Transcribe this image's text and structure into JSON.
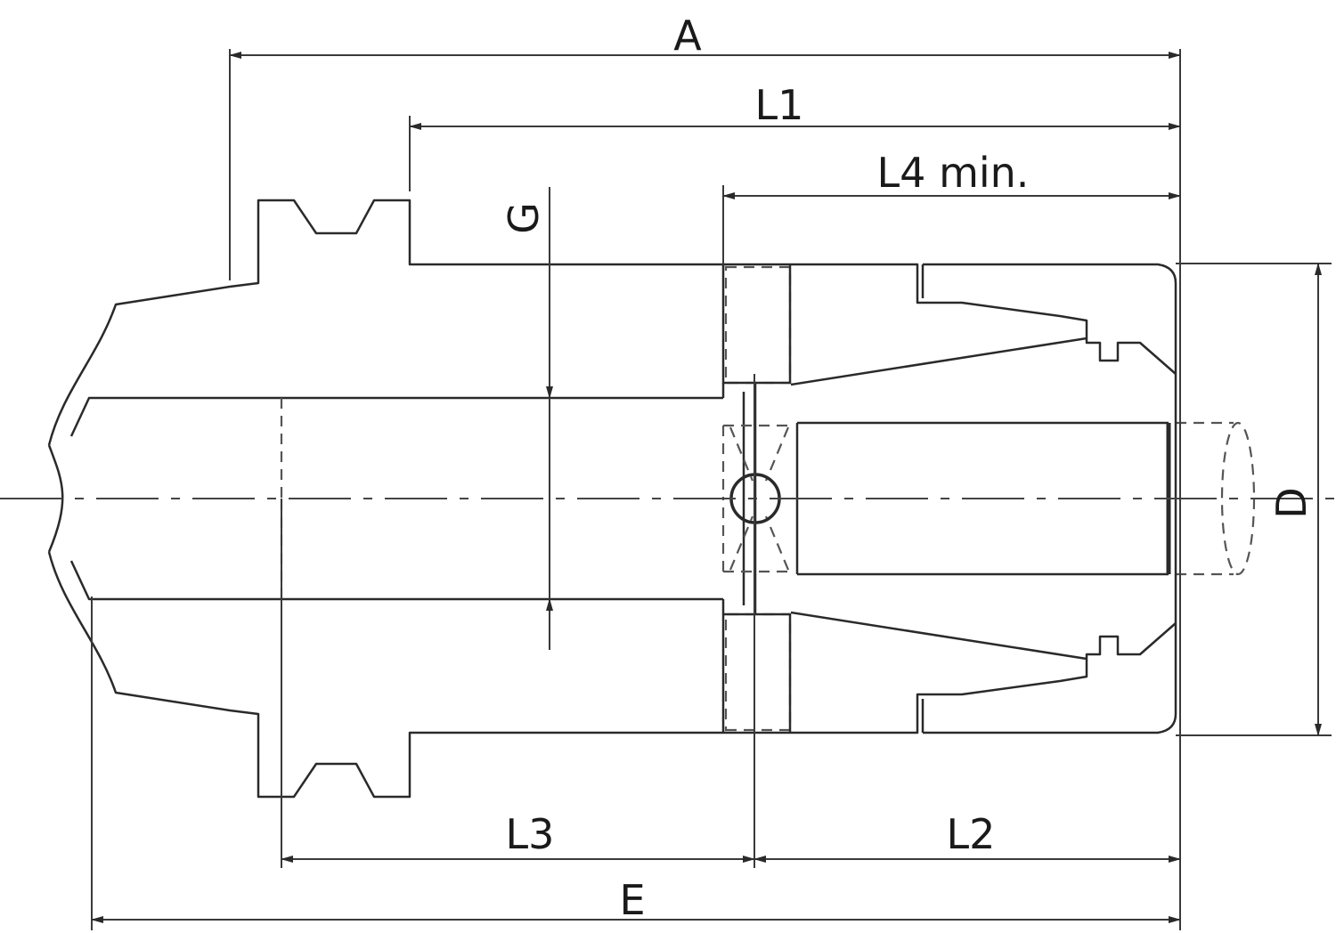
{
  "drawing": {
    "dimensions": {
      "A": "A",
      "L1": "L1",
      "L4": "L4 min.",
      "G": "G",
      "D": "D",
      "L3": "L3",
      "L2": "L2",
      "E": "E"
    },
    "line_color": "#2a2a2a"
  }
}
